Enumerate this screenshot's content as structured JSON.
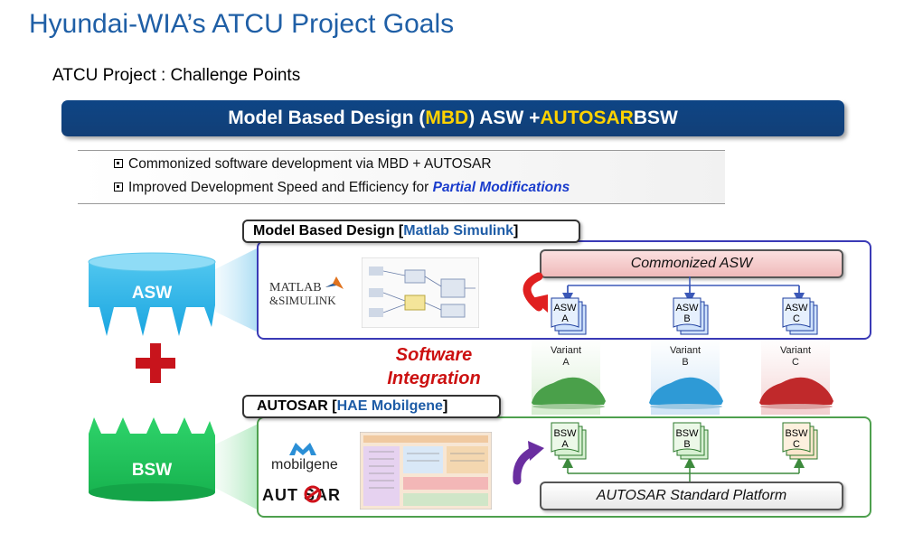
{
  "title": "Hyundai-WIA’s ATCU Project Goals",
  "subtitle": "ATCU Project : Challenge Points",
  "banner": {
    "part1": "Model Based Design (",
    "mbd": "MBD",
    "part2": ") ASW + ",
    "autosar": "AUTOSAR",
    "part3": " BSW"
  },
  "bullets": {
    "b1": "Commonized software development via MBD + AUTOSAR",
    "b2_text": "Improved Development Speed and Efficiency for ",
    "b2_highlight": "Partial Modifications"
  },
  "mbd_label": {
    "text": "Model Based Design [ ",
    "tool": "Matlab Simulink",
    "close": " ]"
  },
  "autosar_label": {
    "text": "AUTOSAR [ ",
    "tool": "HAE Mobilgene",
    "close": " ]"
  },
  "asw_cylinder": "ASW",
  "bsw_cylinder": "BSW",
  "matlab_logo": {
    "line1": "MATLAB",
    "line2": "&SIMULINK"
  },
  "mobilgene_logo": "mobilgene",
  "autosar_logo": "AUT   SAR",
  "commonized_asw": "Commonized ASW",
  "autosar_platform": "AUTOSAR Standard Platform",
  "software_integration": {
    "line1": "Software",
    "line2": "Integration"
  },
  "asw_docs": [
    {
      "line1": "ASW",
      "line2": "A"
    },
    {
      "line1": "ASW",
      "line2": "B"
    },
    {
      "line1": "ASW",
      "line2": "C"
    }
  ],
  "bsw_docs": [
    {
      "line1": "BSW",
      "line2": "A"
    },
    {
      "line1": "BSW",
      "line2": "B"
    },
    {
      "line1": "BSW",
      "line2": "C"
    }
  ],
  "variants": [
    {
      "line1": "Variant",
      "line2": "A",
      "color": "#4aa04a",
      "bg": "#e4f3e0"
    },
    {
      "line1": "Variant",
      "line2": "B",
      "color": "#2e9ad6",
      "bg": "#dcecf8"
    },
    {
      "line1": "Variant",
      "line2": "C",
      "color": "#c0292b",
      "bg": "#f7dede"
    }
  ],
  "colors": {
    "title_blue": "#1f5fa6",
    "banner_navy": "#0e4585",
    "accent_yellow": "#ffd200",
    "plus_red": "#c8141c"
  }
}
